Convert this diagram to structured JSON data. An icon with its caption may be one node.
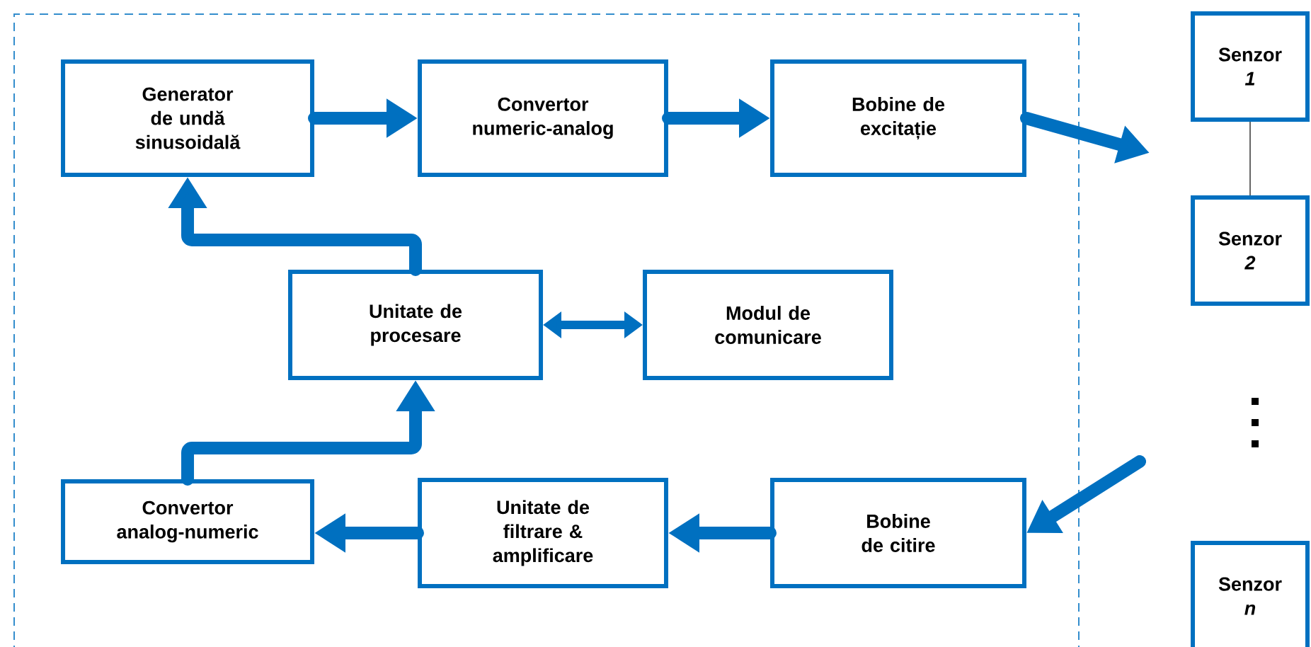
{
  "diagram": {
    "nodes": [
      {
        "text": [],
        "shape": "box"
      },
      {
        "text": [
          "Generator de undă sinusoidală"
        ],
        "in": 0
      },
      {
        "text": [
          "Convertor numeric-analog"
        ],
        "in": 0
      },
      {
        "text": [
          "Bobine de excitație"
        ],
        "in": 0
      },
      {
        "text": [
          "Unitate de procesare"
        ],
        "in": 0
      },
      {
        "text": [
          "Modul de comunicare"
        ],
        "in": 0
      },
      {
        "text": [
          "Convertor analog-numeric"
        ],
        "in": 0
      },
      {
        "text": [
          "Unitate de filtrare & amplificare"
        ],
        "in": 0
      },
      {
        "text": [
          "Bobine de citire"
        ],
        "in": 0
      },
      {
        "text": [
          "Senzor *1*"
        ]
      },
      {
        "text": [
          "Senzor *2*"
        ]
      },
      {
        "text": [
          "Senzor *n*"
        ]
      }
    ],
    "edges": [
      {
        "from": 1,
        "to": 2,
        "arrow": "to"
      },
      {
        "from": 2,
        "to": 3,
        "arrow": "to"
      },
      {
        "from": 3,
        "to": null,
        "arrow": "to"
      },
      {
        "from": 4,
        "to": 1,
        "arrow": "to"
      },
      {
        "from": 4,
        "to": 5,
        "arrow": "both"
      },
      {
        "from": 6,
        "to": 4,
        "arrow": "to"
      },
      {
        "from": 7,
        "to": 6,
        "arrow": "to"
      },
      {
        "from": 8,
        "to": 7,
        "arrow": "to"
      },
      {
        "from": null,
        "to": 8,
        "arrow": "to"
      },
      {
        "from": 9,
        "to": 10,
        "arrow": "none",
        "color": "#404040"
      }
    ]
  }
}
